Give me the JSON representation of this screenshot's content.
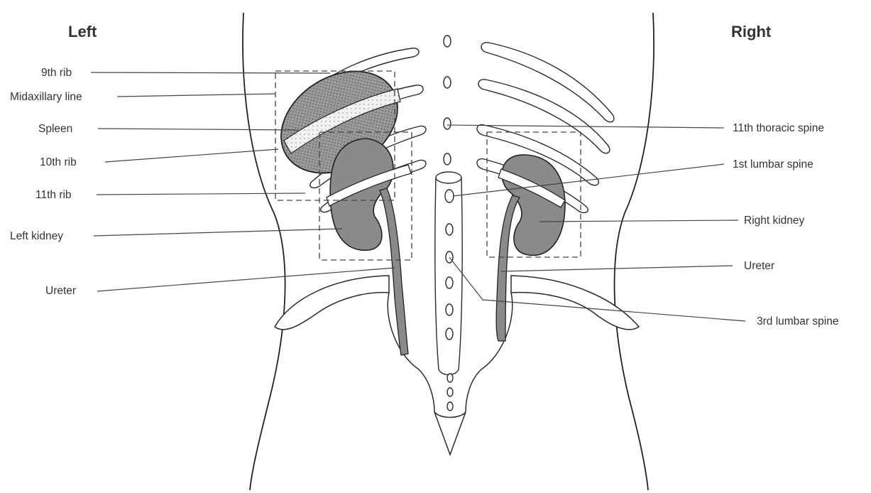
{
  "headings": {
    "left": "Left",
    "right": "Right"
  },
  "labels": {
    "rib_9": "9th rib",
    "midaxillary_line": "Midaxillary line",
    "spleen": "Spleen",
    "rib_10": "10th rib",
    "rib_11": "11th rib",
    "left_kidney": "Left kidney",
    "ureter_left": "Ureter",
    "thoracic_spine_11": "11th thoracic spine",
    "lumbar_spine_1": "1st lumbar spine",
    "right_kidney": "Right kidney",
    "ureter_right": "Ureter",
    "lumbar_spine_3": "3rd lumbar spine"
  }
}
